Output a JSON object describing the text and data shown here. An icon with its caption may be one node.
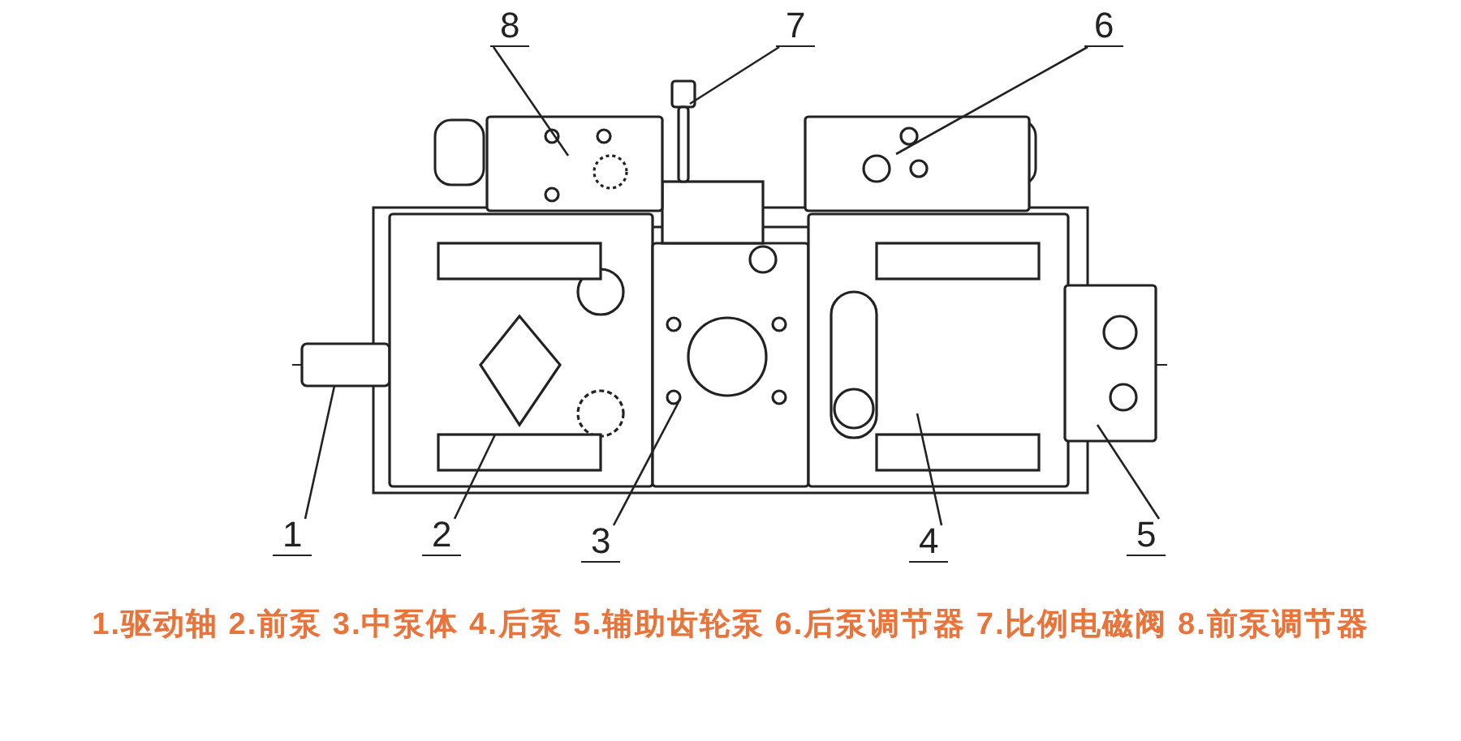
{
  "diagram": {
    "caption": "1.驱动轴 2.前泵 3.中泵体 4.后泵 5.辅助齿轮泵 6.后泵调节器 7.比例电磁阀 8.前泵调节器",
    "nodes": [
      {
        "text": [
          "1"
        ]
      },
      {
        "text": [
          "2"
        ]
      },
      {
        "text": [
          "3"
        ]
      },
      {
        "text": [
          "4"
        ]
      },
      {
        "text": [
          "5"
        ]
      },
      {
        "text": [
          "6"
        ]
      },
      {
        "text": [
          "7"
        ]
      },
      {
        "text": [
          "8"
        ]
      },
      {
        "text": [],
        "shape": "bar"
      },
      {
        "text": [],
        "shape": "box"
      },
      {
        "text": [],
        "shape": "box"
      },
      {
        "text": [],
        "shape": "box"
      },
      {
        "text": [],
        "shape": "box"
      },
      {
        "text": [],
        "shape": "box"
      },
      {
        "text": [],
        "shape": "box"
      },
      {
        "text": [],
        "shape": "box"
      }
    ],
    "edges": [
      {
        "from": 0,
        "to": 8,
        "arrow": "none"
      },
      {
        "from": 1,
        "to": 9,
        "arrow": "none"
      },
      {
        "from": 2,
        "to": 10,
        "arrow": "none"
      },
      {
        "from": 3,
        "to": 11,
        "arrow": "none"
      },
      {
        "from": 4,
        "to": 12,
        "arrow": "none"
      },
      {
        "from": 5,
        "to": 13,
        "arrow": "none"
      },
      {
        "from": 6,
        "to": 14,
        "arrow": "none"
      },
      {
        "from": 7,
        "to": 15,
        "arrow": "none"
      }
    ]
  }
}
